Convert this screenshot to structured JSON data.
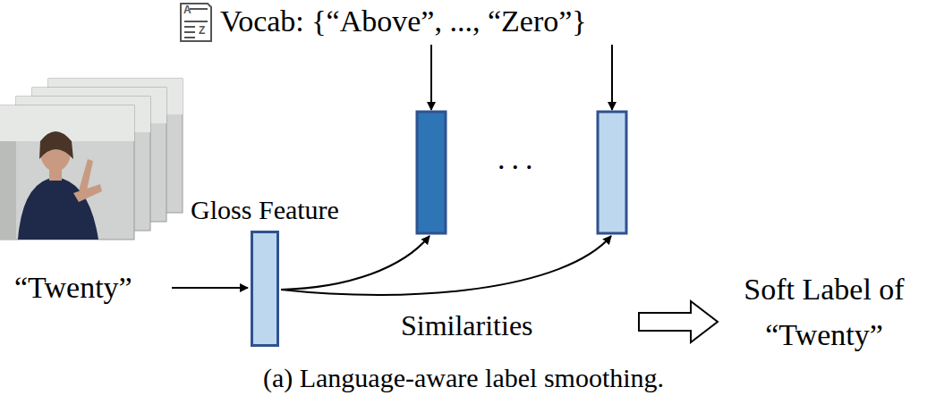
{
  "diagram": {
    "caption": "(a) Language-aware label smoothing.",
    "nodes": [
      {
        "text": [
          "Gloss Feature"
        ]
      }
    ],
    "labels": [
      "A",
      "Z",
      "Vocab: {“Above”, ..., “Zero”}",
      "“Twenty”",
      "...",
      "Similarities",
      "Soft Label of “Twenty”"
    ]
  }
}
